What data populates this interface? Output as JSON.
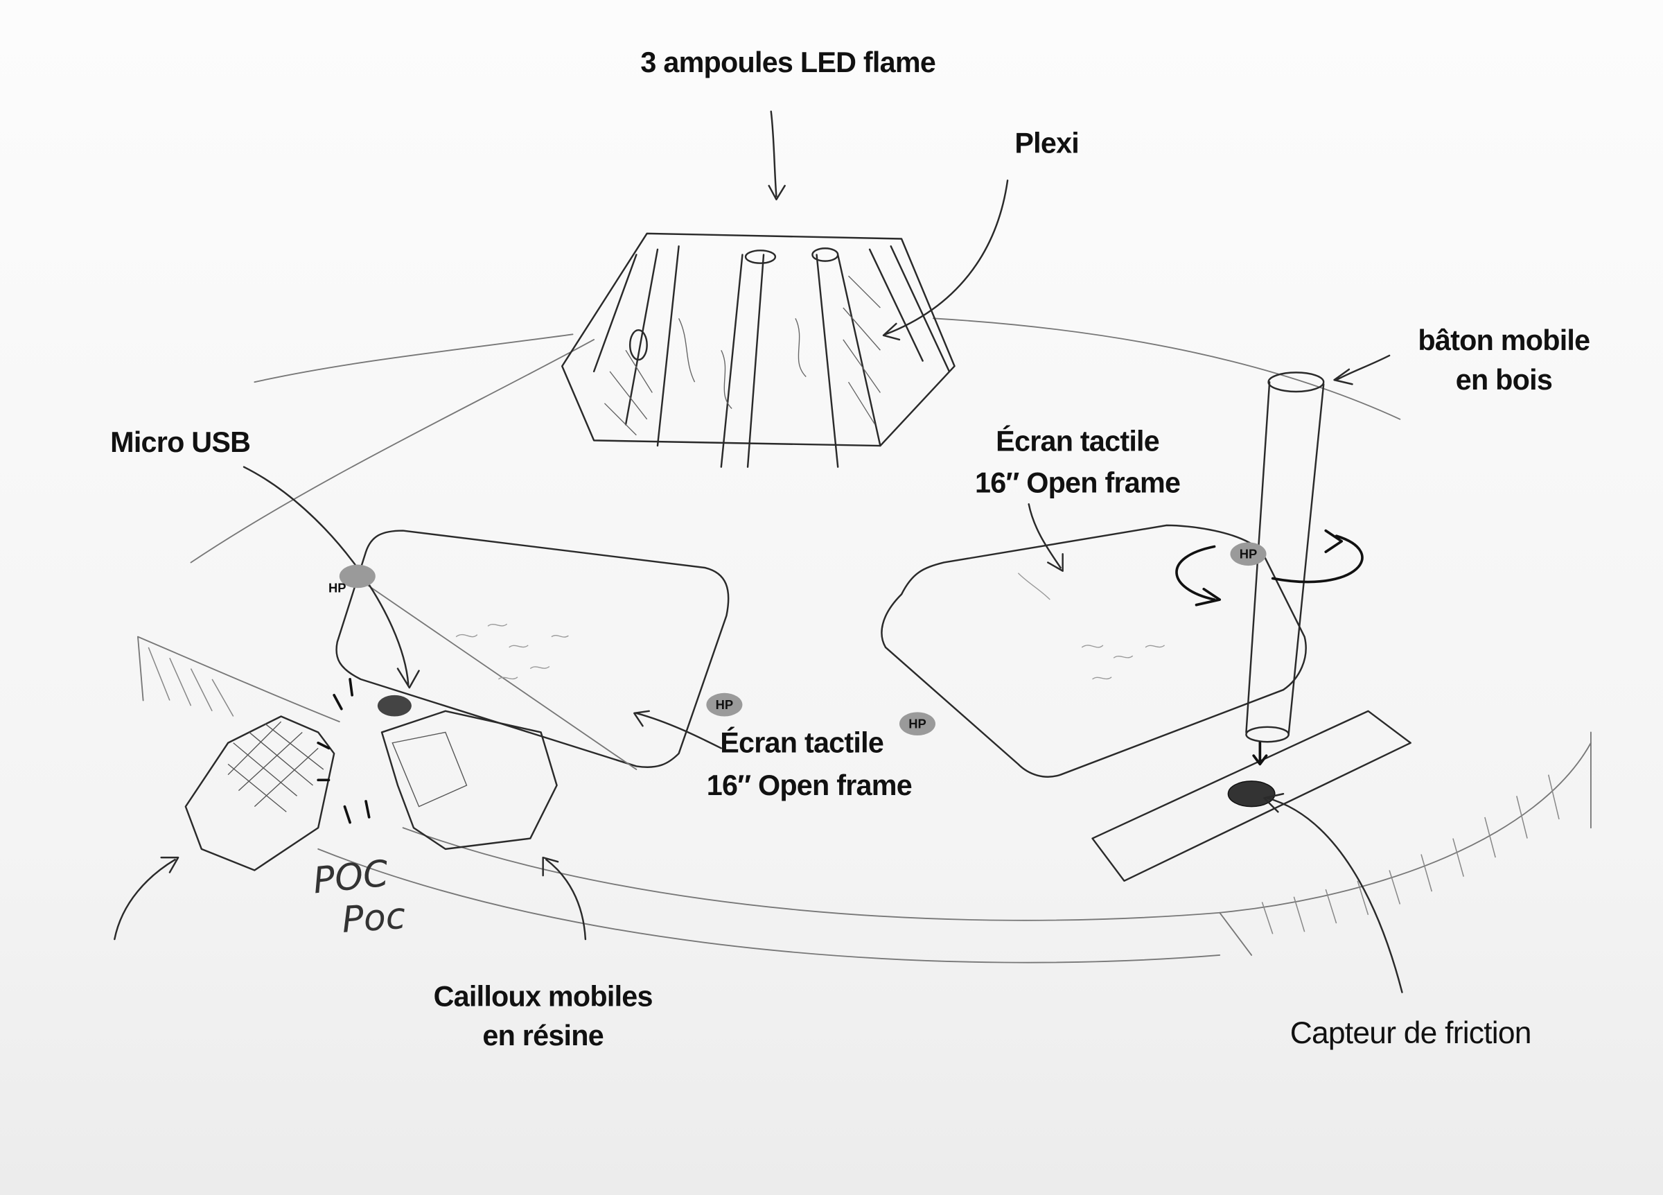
{
  "labels": {
    "leds": "3 ampoules LED flame",
    "plexi": "Plexi",
    "stick_line1": "bâton mobile",
    "stick_line2": "en bois",
    "micro_usb": "Micro USB",
    "screen_right_line1": "Écran tactile",
    "screen_right_line2": "16″ Open frame",
    "screen_left_line1": "Écran tactile",
    "screen_left_line2": "16″ Open frame",
    "stones_line1": "Cailloux mobiles",
    "stones_line2": "en résine",
    "friction": "Capteur de friction",
    "sound_1": "POC",
    "sound_2": "Poc"
  },
  "speakers": [
    "HP",
    "HP",
    "HP",
    "HP"
  ]
}
